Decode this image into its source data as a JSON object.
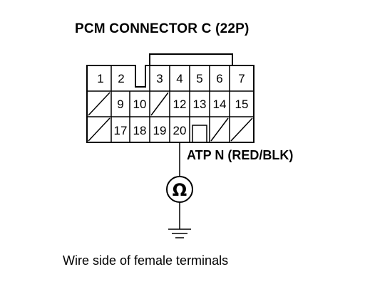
{
  "title": "PCM CONNECTOR C (22P)",
  "wire_label": "ATP N (RED/BLK)",
  "caption": "Wire side of female terminals",
  "meter_symbol": "Ω",
  "connector": {
    "rows": [
      [
        "1",
        "2",
        "",
        "3",
        "4",
        "5",
        "6",
        "7"
      ],
      [
        "",
        "9",
        "10",
        "",
        "12",
        "13",
        "14",
        "15"
      ],
      [
        "",
        "17",
        "18",
        "19",
        "20",
        "",
        "",
        ""
      ]
    ],
    "blank_cells_hatched": true,
    "highlighted_pin": "20"
  }
}
